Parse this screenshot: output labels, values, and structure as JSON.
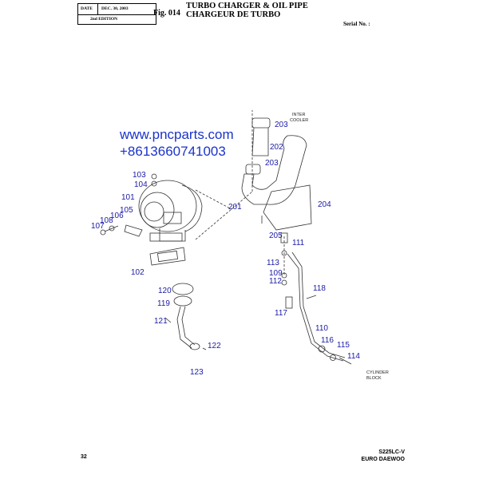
{
  "header": {
    "date_label": "DATE",
    "date_value": "DEC. 30, 2003",
    "edition": "2nd EDITION",
    "fig_no": "Fig. 014",
    "title_en": "TURBO CHARGER & OIL PIPE",
    "title_fr": "CHARGEUR DE TURBO",
    "serial": "Serial No. :"
  },
  "watermark": {
    "site": "www.pncparts.com",
    "phone": "+8613660741003"
  },
  "footer": {
    "page": "32",
    "model": "S225LC-V",
    "brand": "EURO DAEWOO"
  },
  "notes": {
    "inter_cooler_1": "INTER",
    "inter_cooler_2": "COOLER",
    "cylinder_block_1": "CYLINDER",
    "cylinder_block_2": "BLOCK"
  },
  "parts": {
    "p101": "101",
    "p102": "102",
    "p103": "103",
    "p104": "104",
    "p105": "105",
    "p106": "106",
    "p107": "107",
    "p108": "108",
    "p109": "109",
    "p110": "110",
    "p111": "111",
    "p112": "112",
    "p113": "113",
    "p114": "114",
    "p115": "115",
    "p116": "116",
    "p117": "117",
    "p118": "118",
    "p119": "119",
    "p120": "120",
    "p121": "121",
    "p122": "122",
    "p123": "123",
    "p201": "201",
    "p202": "202",
    "p203a": "203",
    "p203b": "203",
    "p204": "204",
    "p205": "205"
  },
  "colors": {
    "label_blue": "#1a1aa6",
    "watermark_blue": "#1a33cc",
    "line": "#333333"
  }
}
